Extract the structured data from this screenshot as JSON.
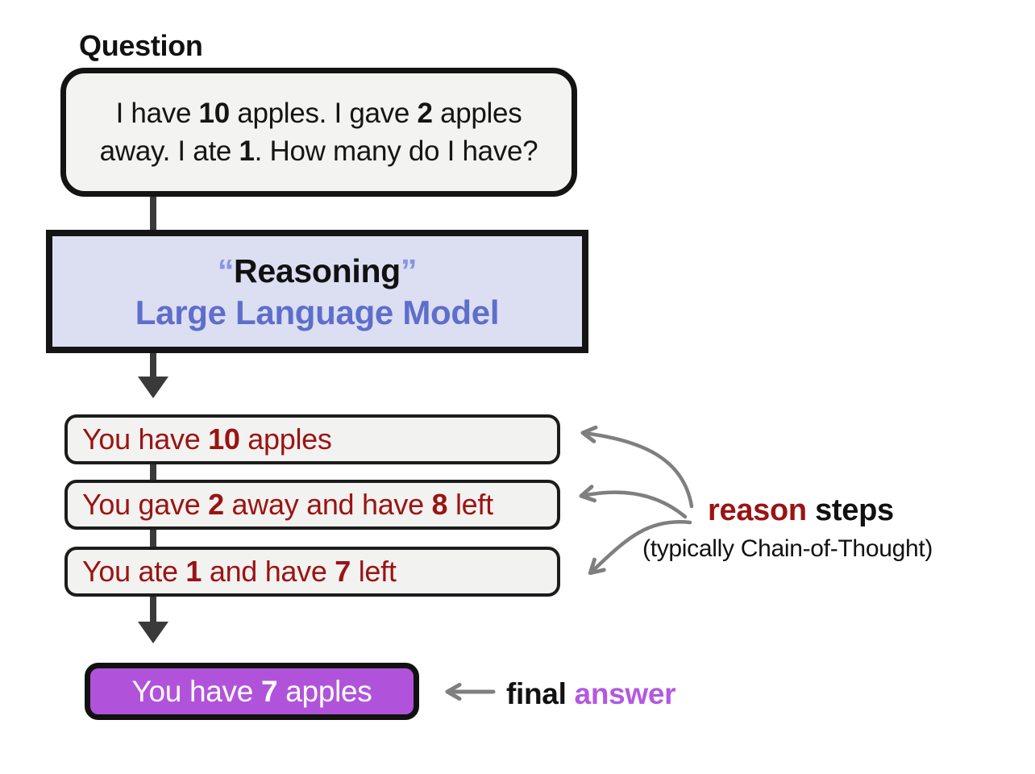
{
  "question": {
    "label": "Question",
    "lines": [
      "I have **10** apples. I gave **2** apples",
      "away. I ate **1**. How many do I have?"
    ]
  },
  "model": {
    "open_quote": "“",
    "title": "Reasoning",
    "close_quote": "”",
    "subtitle": "Large Language Model"
  },
  "steps": [
    "You have **10** apples",
    "You gave **2** away and have **8** left",
    "You ate **1** and have **7** left"
  ],
  "final": {
    "text": "You have **7** apples"
  },
  "annotations": {
    "reason_word": "reason",
    "steps_word": " steps",
    "cot_note": "(typically Chain-of-Thought)",
    "final_word": "final",
    "answer_word": " answer"
  },
  "colors": {
    "step_text_red": "#991414",
    "llm_blue": "#5e6ecb",
    "llm_quote_blue": "#8a93e6",
    "llm_bg_lavender": "#dcdef2",
    "answer_purple_bg": "#b153da",
    "answer_purple_text": "#b459e0",
    "annotation_arrow_gray": "#7f7f7f",
    "flow_connector_dark": "#3a3a3a",
    "box_bg_gray": "#f2f2f0"
  }
}
